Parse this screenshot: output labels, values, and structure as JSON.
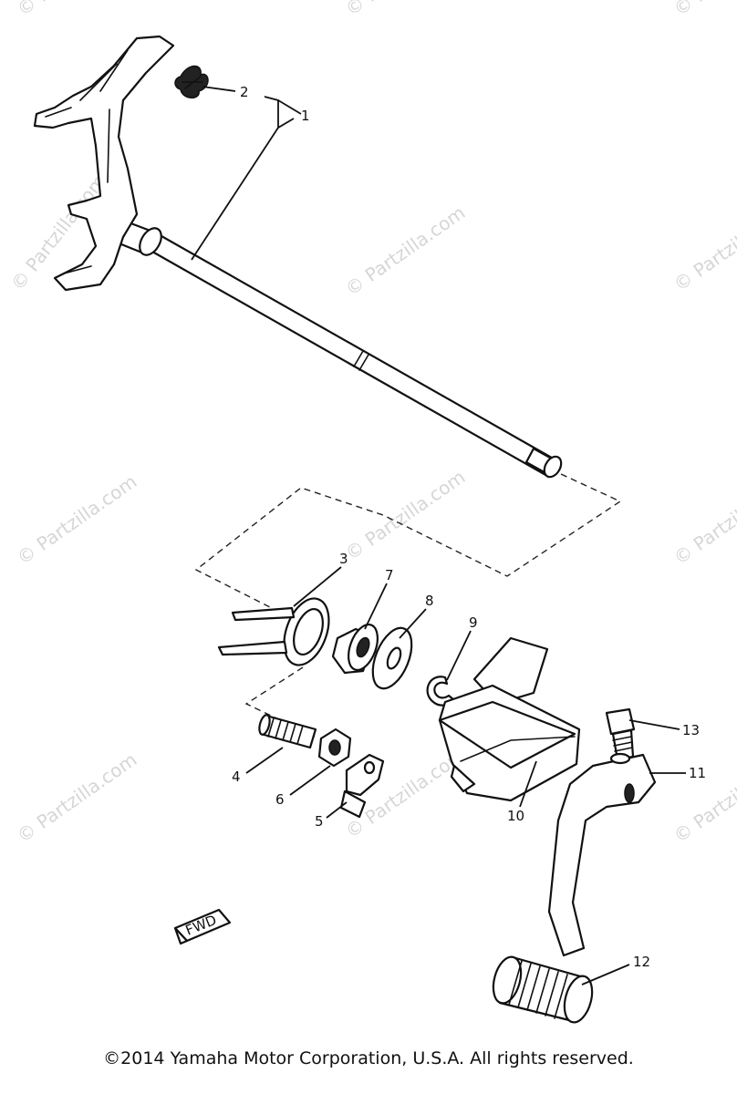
{
  "watermark": "© Partzilla.com",
  "copyright": "©2014 Yamaha Motor Corporation, U.S.A. All rights reserved.",
  "fwd_label": "FWD",
  "callouts": {
    "c1": "1",
    "c2": "2",
    "c3": "3",
    "c4": "4",
    "c5": "5",
    "c6": "6",
    "c7": "7",
    "c8": "8",
    "c9": "9",
    "c10": "10",
    "c11": "11",
    "c12": "12",
    "c13": "13"
  }
}
